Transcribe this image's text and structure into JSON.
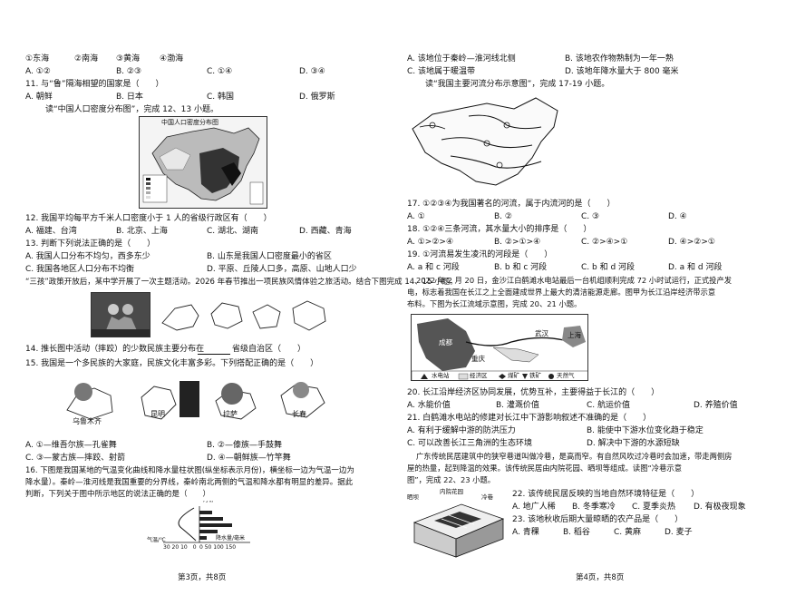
{
  "left": {
    "q10_opts": [
      "①东海",
      "②南海",
      "③黄海",
      "④渤海"
    ],
    "q10_ans": [
      "A. ①②",
      "B. ②③",
      "C. ①④",
      "D. ③④"
    ],
    "q11": "11. 与“鲁”隔海相望的国家是（　　）",
    "q11_ans": [
      "A. 朝鲜",
      "B. 日本",
      "C. 韩国",
      "D. 俄罗斯"
    ],
    "read1": "读“中国人口密度分布图”，完成 12、13 小题。",
    "map1_title": "中国人口密度分布图",
    "q12": "12. 我国平均每平方千米人口密度小于 1 人的省级行政区有（　　）",
    "q12_ans": [
      "A. 福建、台湾",
      "B. 北京、上海",
      "C. 湖北、湖南",
      "D. 西藏、青海"
    ],
    "q13": "13. 判断下列说法正确的是（　　）",
    "q13_ans": [
      "A. 我国人口分布不均匀，西多东少",
      "B. 山东是我国人口密度最小的省区",
      "C. 我国各地区人口分布不均衡",
      "D. 平原、丘陵人口多，高原、山地人口少"
    ],
    "intro1": "“三孩”政策开放后，某中学开展了一次主题活动。2026 年春节推出一项民族风情体验之旅活动。结合下图完成 14、15 小题。",
    "q14_a": "14. 推长图中活动（摔跤）的少数民族主要分布在",
    "q14_b": "省级自治区（　　）",
    "q15": "15. 我国是一个多民族的大家庭，民族文化丰富多彩。下列搭配正确的是（　　）",
    "city_labels": [
      "乌鲁木齐",
      "昆明",
      "拉萨",
      "长春"
    ],
    "q15_ans": [
      "A. ①—维吾尔族—孔雀舞",
      "B. ②—傣族—手鼓舞",
      "C. ③—蒙古族—摔跤、射箭",
      "D. ④—朝鲜族—竹竿舞"
    ],
    "q16_1": "16. 下图是我国某地的气温变化曲线和降水量柱状图(纵坐标表示月份)，横坐标一边为气温一边为",
    "q16_2": "降水量）。秦岭—淮河线是我国重要的分界线，秦岭南北两侧的气温和降水都有明显的差异。据此",
    "q16_3": "判断，下列关于图中所示地区的说法正确的是（　　）",
    "chart_month": "月份",
    "chart_temp": "气温/℃",
    "chart_temp_ticks": "30 20 10　0",
    "chart_precip": "降水量/毫米",
    "chart_precip_ticks": "0 50 100 150",
    "footer": "第3页，共8页"
  },
  "right": {
    "q16_ans": [
      "A. 该地位于秦岭—淮河线北侧",
      "B. 该地农作物熟制为一年一熟",
      "C. 该地属于暖温带",
      "D. 该地年降水量大于 800 毫米"
    ],
    "read2": "读“我国主要河流分布示意图”，完成 17-19 小题。",
    "q17": "17. ①②③④为我国著名的河流，属于内流河的是（　　）",
    "q17_ans": [
      "A. ①",
      "B. ②",
      "C. ③",
      "D. ④"
    ],
    "q18": "18. ①②④三条河流，其水量大小的排序是（　　）",
    "q18_ans": [
      "A. ①>②>④",
      "B. ②>①>④",
      "C. ②>④>①",
      "D. ④>②>①"
    ],
    "q19": "19. ①河流易发生凌汛的河段是（　　）",
    "q19_ans": [
      "A. a 和 c 河段",
      "B. b 和 c 河段",
      "C. b 和 d 河段",
      "D. a 和 d 河段"
    ],
    "intro2_1": "2022 年 2 月 20 日，金沙江白鹤滩水电站最后一台机组顺利完成 72 小时试运行，正式投产发",
    "intro2_2": "电，标志着我国在长江之上全面建成世界上最大的清洁能源走廊。图甲为长江沿岸经济带示意",
    "intro2_3": "布料。下图为长江流域示意图，完成 20、21 小题。",
    "map_cities": [
      "武汉",
      "上海",
      "成都",
      "重庆"
    ],
    "legend": [
      "水电站",
      "经济区",
      "煤矿",
      "铁矿",
      "天然气"
    ],
    "q20": "20. 长江沿岸经济区协同发展，优势互补，主要得益于长江的（　　）",
    "q20_ans": [
      "A. 水能价值",
      "B. 灌溉价值",
      "C. 航运价值",
      "D. 养殖价值"
    ],
    "q21": "21. 白鹤滩水电站的修建对长江中下游影响叙述不准确的是（　　）",
    "q21_ans": [
      "A. 有利于缓解中游的防洪压力",
      "B. 能使中下游水位变化趋于稳定",
      "C. 可以改善长江三角洲的生态环境",
      "D. 解决中下游的水源短缺"
    ],
    "intro3_1": "广东传统民居建筑中的狭窄巷道叫做冷巷，是高而窄。有自然风吹过冷巷时会加速，带走两侧房",
    "intro3_2": "屋的热量，起到降温的效果。该传统民居由内院花园、晒坝等组成。读图“冷巷示意",
    "intro3_3": "图”，完成 22、23 小题。",
    "house_labels": [
      "晒坝",
      "内院花园",
      "冷巷"
    ],
    "q22": "22. 该传统民居反映的当地自然环境特征是（　　）",
    "q22_ans": [
      "A. 地广人稀",
      "B. 冬季寒冷",
      "C. 夏季炎热",
      "D. 有极夜现象"
    ],
    "q23": "23. 该地秋收后期大量晾晒的农产品是（　　）",
    "q23_ans": [
      "A. 青稞",
      "B. 稻谷",
      "C. 黄麻",
      "D. 麦子"
    ],
    "footer": "第4页，共8页"
  }
}
